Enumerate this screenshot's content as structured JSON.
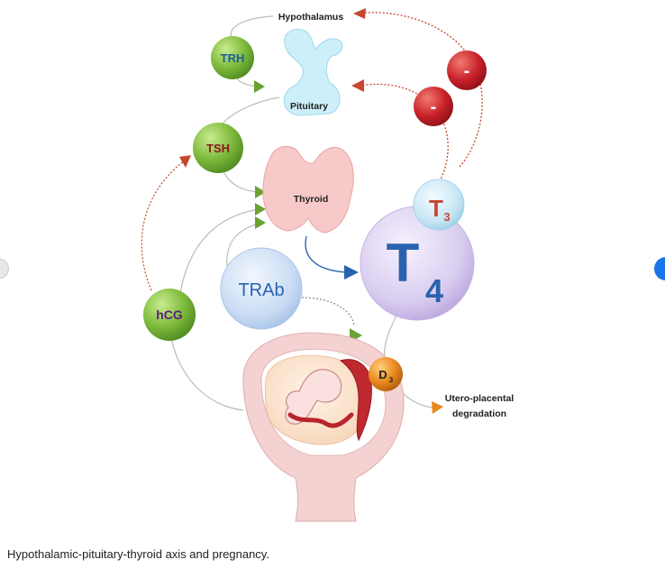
{
  "diagram": {
    "labels": {
      "hypothalamus": "Hypothalamus",
      "pituitary": "Pituitary",
      "thyroid": "Thyroid",
      "utero_placental_line1": "Utero-placental",
      "utero_placental_line2": "degradation"
    },
    "badges": {
      "trh": "TRH",
      "tsh": "TSH",
      "hcg": "hCG",
      "trab": "TRAb",
      "t3_letter": "T",
      "t3_sub": "3",
      "t4_letter": "T",
      "t4_sub": "4",
      "d3_letter": "D",
      "d3_sub": "3",
      "minus_1": "-",
      "minus_2": "-"
    },
    "colors": {
      "green_badge": "#7cb83a",
      "trh_text": "#1f5d9c",
      "tsh_text": "#8b1a1a",
      "hcg_text": "#5b1d7a",
      "red_badge": "#c8212b",
      "orange_badge": "#e8871e",
      "t4_circle": "#d9cdef",
      "t3_circle": "#c7e6f4",
      "trab_circle": "#c9dcf3",
      "pituitary_fill": "#cdeff9",
      "thyroid_fill": "#f7c9c8",
      "uterus_fill": "#f4d2d2",
      "arrow_green": "#6aa334",
      "arrow_red": "#c8452f",
      "arrow_blue": "#2a63ad",
      "arrow_orange": "#e8871e"
    }
  },
  "caption": "Hypothalamic-pituitary-thyroid axis and pregnancy."
}
